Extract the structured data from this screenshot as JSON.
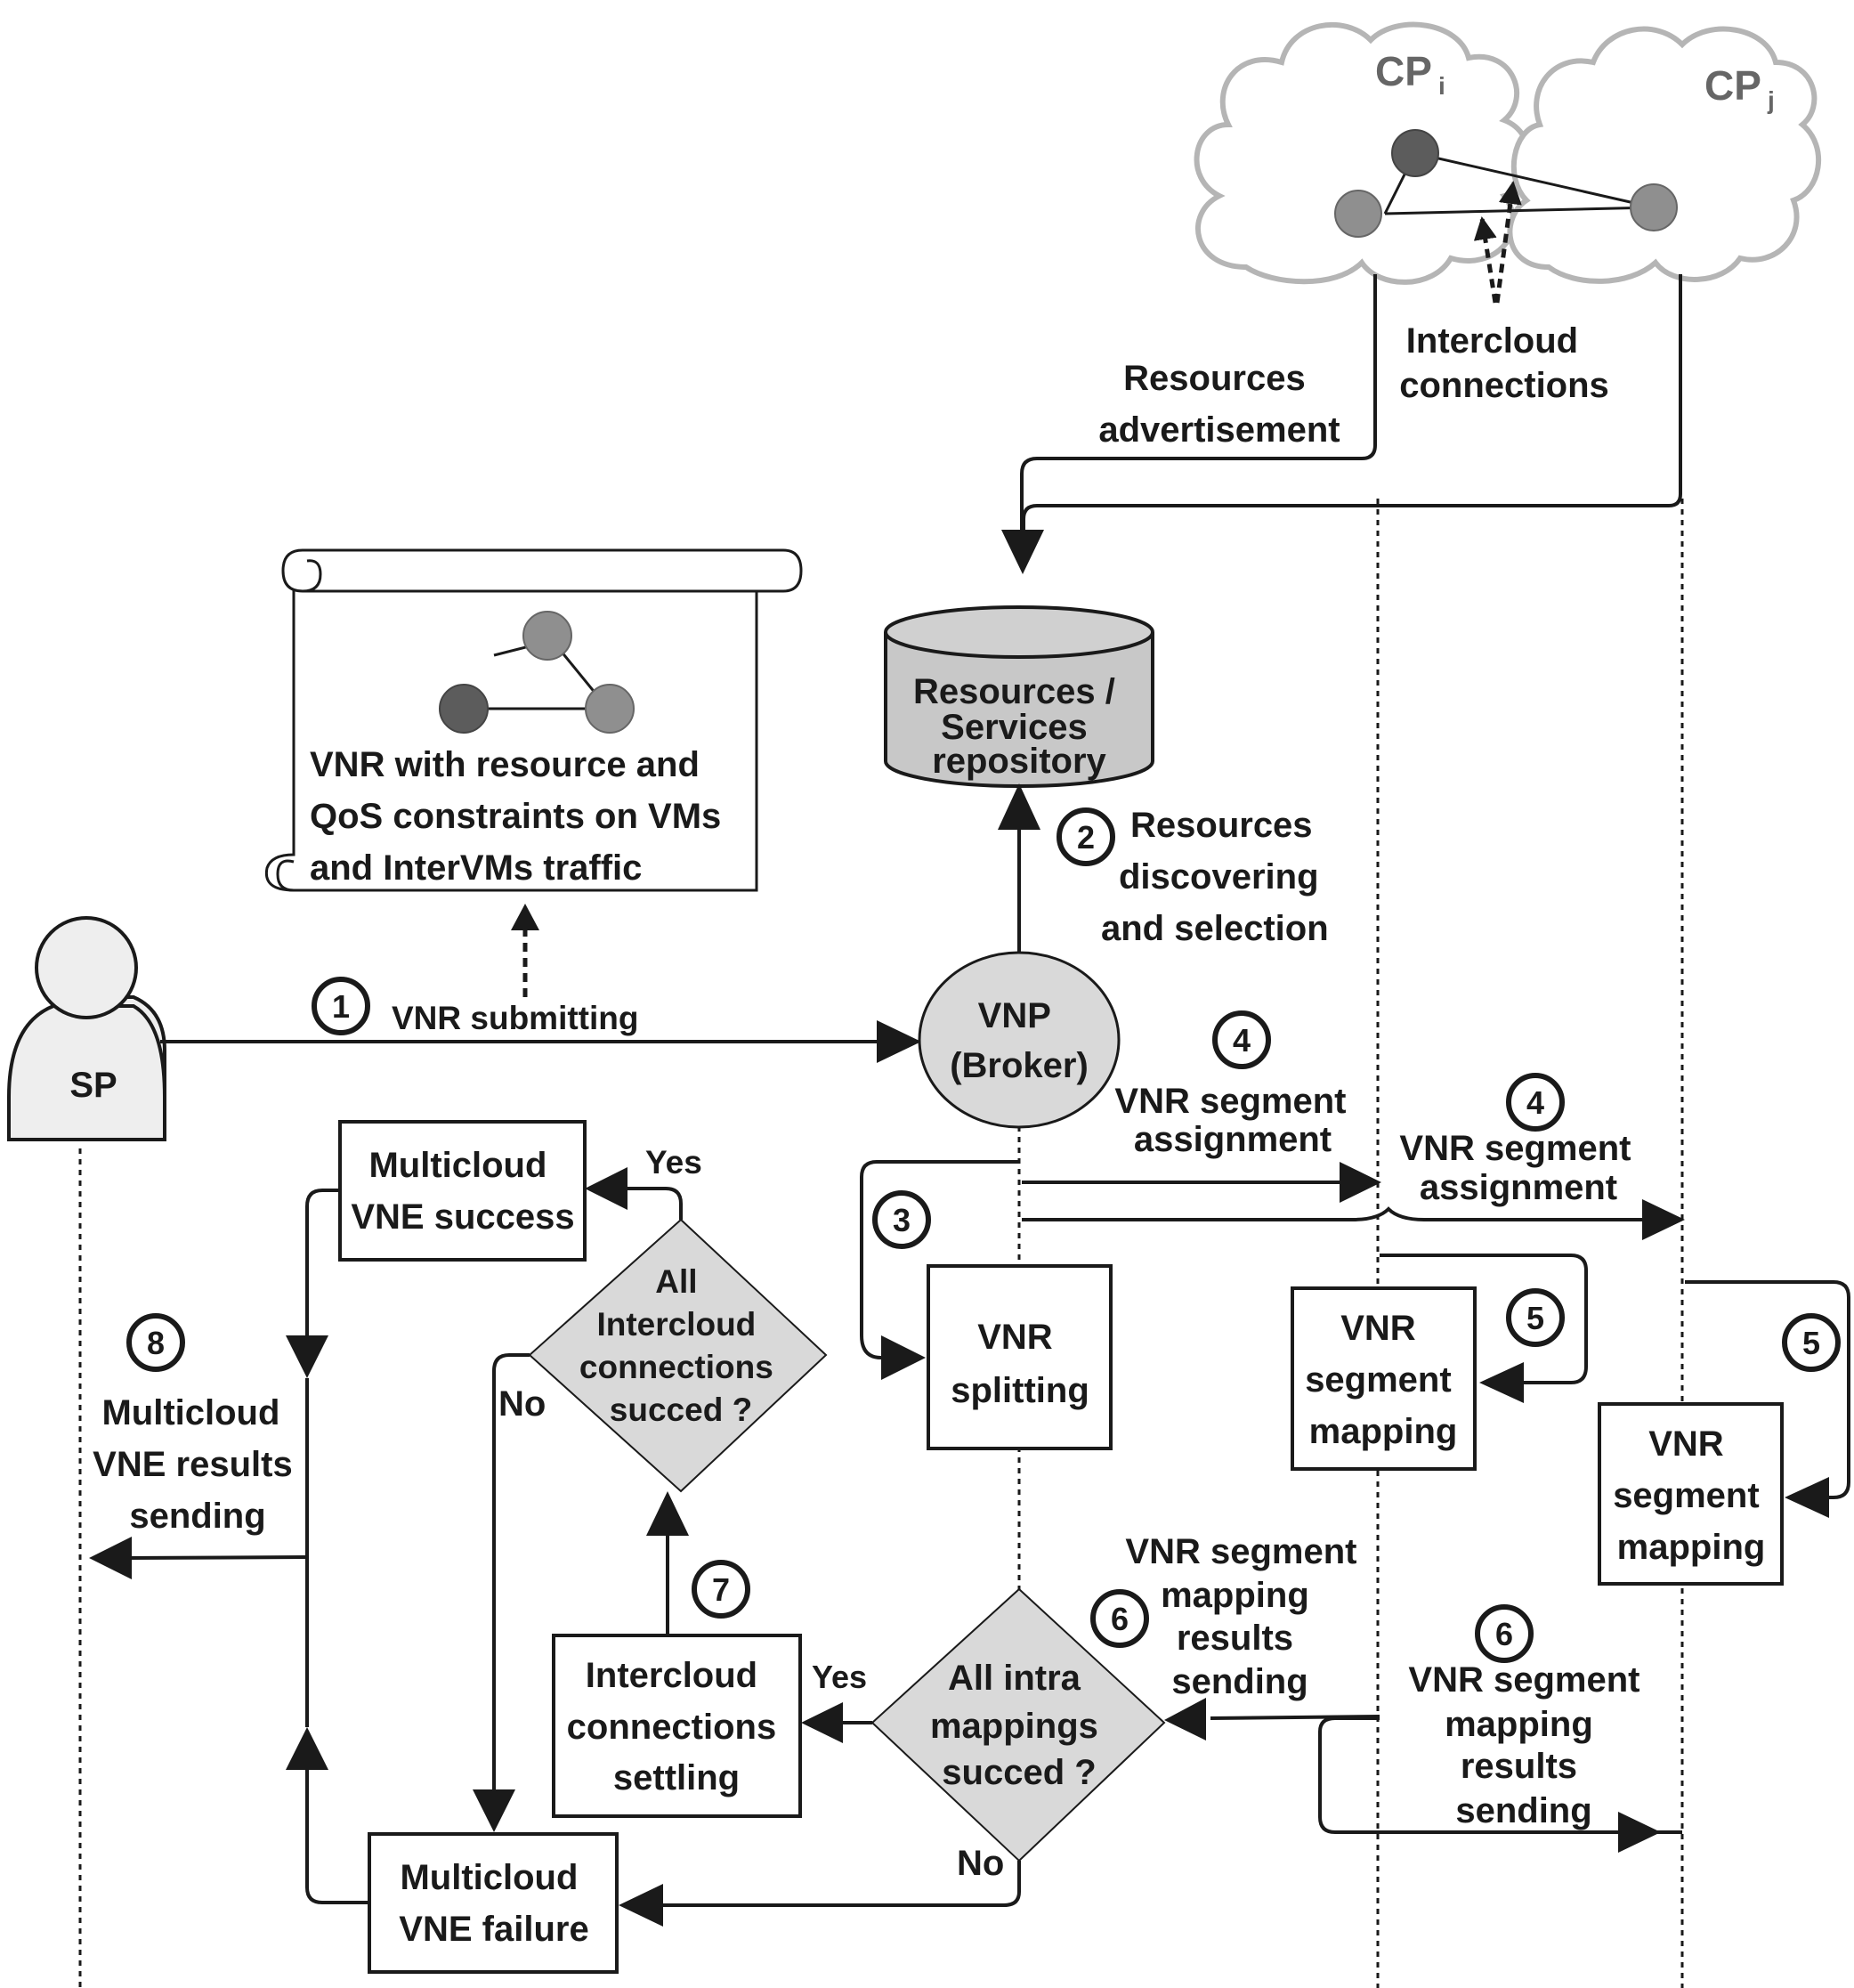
{
  "colors": {
    "stroke": "#1a1a1a",
    "shape_fill": "#d9d9d9",
    "cloud_outline": "#b5b5b5",
    "node_dark": "#5c5c5c",
    "node_light": "#8f8f8f"
  },
  "clouds": {
    "cp_i": "CP",
    "cp_i_sub": "i",
    "cp_j": "CP",
    "cp_j_sub": "j"
  },
  "intercloud_label": [
    "Intercloud",
    "connections"
  ],
  "advertisement_label": [
    "Resources",
    "advertisement"
  ],
  "repository_label": [
    "Resources /",
    "Services",
    "repository"
  ],
  "vnr_scroll": [
    "VNR with resource and",
    "QoS constraints  on VMs",
    "and InterVMs traffic"
  ],
  "sp_label": "SP",
  "vnp_label": [
    "VNP",
    "(Broker)"
  ],
  "step1": {
    "num": "1",
    "label": "VNR submitting"
  },
  "step2": {
    "num": "2",
    "label": [
      "Resources",
      "discovering",
      "and selection"
    ]
  },
  "step3": {
    "num": "3"
  },
  "step4a": {
    "num": "4",
    "label": [
      "VNR segment",
      "assignment"
    ]
  },
  "step4b": {
    "num": "4",
    "label": [
      "VNR segment",
      "assignment"
    ]
  },
  "step5a": {
    "num": "5"
  },
  "step5b": {
    "num": "5"
  },
  "step6a": {
    "num": "6",
    "label": [
      "VNR segment",
      "mapping",
      "results",
      "sending"
    ]
  },
  "step6b": {
    "num": "6",
    "label": [
      "VNR segment",
      "mapping",
      "results",
      "sending"
    ]
  },
  "step7": {
    "num": "7"
  },
  "step8": {
    "num": "8",
    "label": [
      "Multicloud",
      "VNE results",
      "sending"
    ]
  },
  "splitting_box": [
    "VNR",
    "splitting"
  ],
  "mapping_box_i": [
    "VNR",
    "segment",
    "mapping"
  ],
  "mapping_box_j": [
    "VNR",
    "segment",
    "mapping"
  ],
  "intra_decision": [
    "All intra",
    "mappings",
    "succed ?"
  ],
  "intercloud_decision": [
    "All",
    "Intercloud",
    "connections",
    "succed ?"
  ],
  "settling_box": [
    "Intercloud",
    "connections",
    "settling"
  ],
  "success_box": [
    "Multicloud",
    "VNE success"
  ],
  "failure_box": [
    "Multicloud",
    "VNE failure"
  ],
  "yes_label_top": "Yes",
  "yes_label_mid": "Yes",
  "no_label_left": "No",
  "no_label_bottom": "No"
}
